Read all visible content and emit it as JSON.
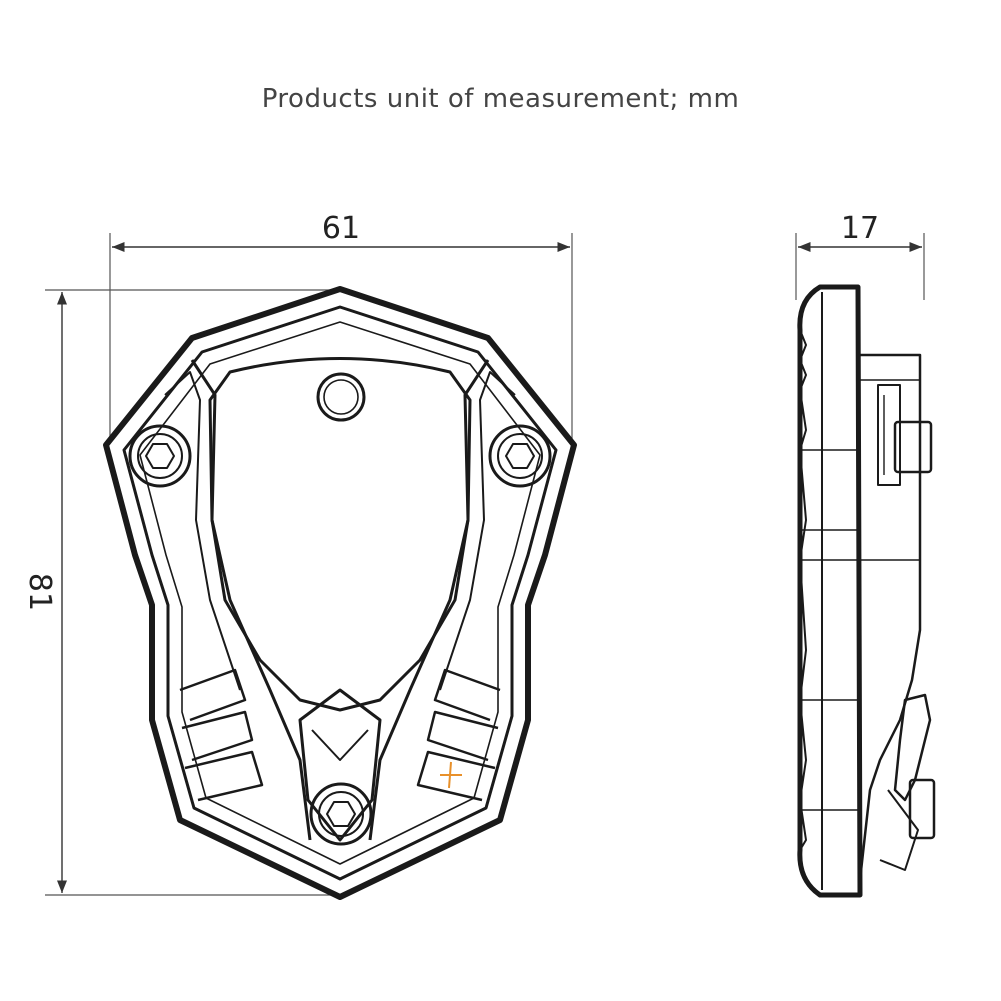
{
  "title": "Products unit of measurement; mm",
  "dimensions": {
    "width": "61",
    "height": "81",
    "thickness": "17"
  },
  "colors": {
    "line": "#1a1a1a",
    "dim_line": "#333333",
    "marker": "#e8902a"
  }
}
